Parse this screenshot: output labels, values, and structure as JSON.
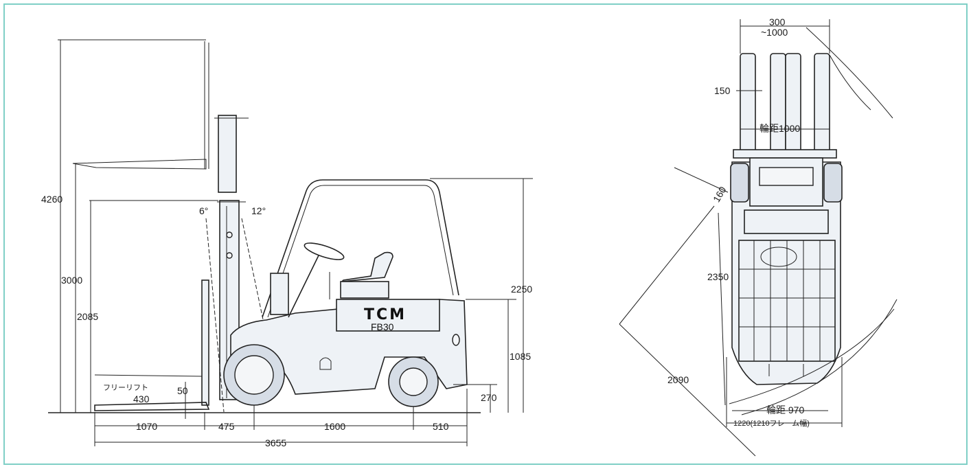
{
  "side_view": {
    "heights": {
      "max_fork_height": "4260",
      "max_lift": "3000",
      "free_lift_mast": "2085",
      "overhead_guard": "2250",
      "seat_height": "1085",
      "ground_clearance": "270",
      "free_lift_forks": "50"
    },
    "tilt": {
      "forward": "6°",
      "backward": "12°"
    },
    "free_lift_label": "フリーリフト",
    "lengths": {
      "fork_length": "1070",
      "front_overhang": "475",
      "wheelbase": "1600",
      "rear_overhang": "510",
      "overall_length": "3655",
      "load_center": "430"
    },
    "brand": "TCM",
    "model": "FB30"
  },
  "top_view": {
    "fork_spread": "300\n~1000",
    "fork_spread_top": "300",
    "fork_spread_bottom": "~1000",
    "fork_width": "150",
    "front_tread": "輪距1000",
    "turn_angle": "160",
    "turning_radius": "2350",
    "min_aisle": "2090",
    "rear_tread": "輪距 970",
    "overall_width": "1220(1210フレーム幅)"
  },
  "colors": {
    "frame_border": "#7fcfc6",
    "line": "#222222",
    "fill_body": "#eef2f6",
    "fill_tire": "#d6dde6"
  }
}
